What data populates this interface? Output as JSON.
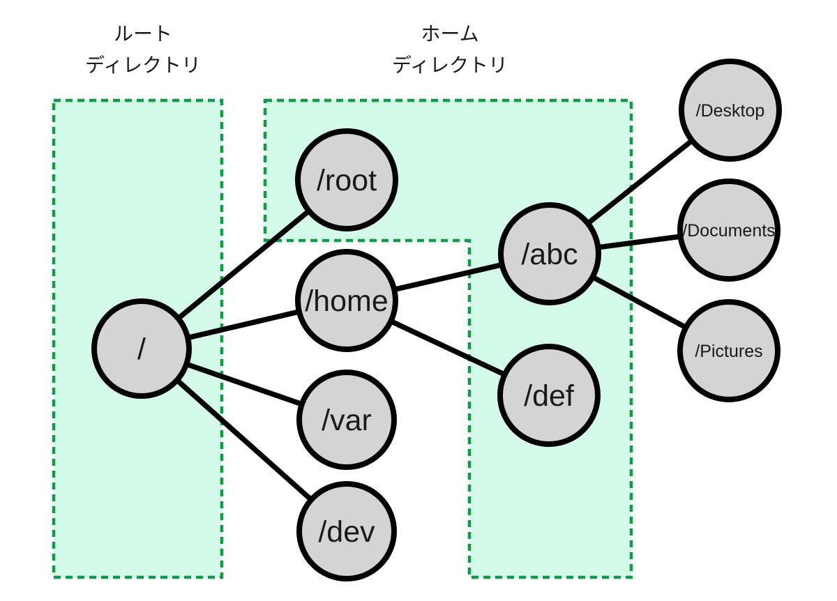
{
  "diagram": {
    "description_type": "filesystem-tree",
    "regions": [
      {
        "id": "root-directory",
        "label_line1": "ルート",
        "label_line2": "ディレクトリ"
      },
      {
        "id": "home-directory",
        "label_line1": "ホーム",
        "label_line2": "ディレクトリ"
      }
    ],
    "nodes": [
      {
        "id": "slash",
        "label": "/"
      },
      {
        "id": "root",
        "label": "/root"
      },
      {
        "id": "home",
        "label": "/home"
      },
      {
        "id": "var",
        "label": "/var"
      },
      {
        "id": "dev",
        "label": "/dev"
      },
      {
        "id": "abc",
        "label": "/abc"
      },
      {
        "id": "def",
        "label": "/def"
      },
      {
        "id": "desktop",
        "label": "/Desktop"
      },
      {
        "id": "documents",
        "label": "/Documents"
      },
      {
        "id": "pictures",
        "label": "/Pictures"
      }
    ],
    "edges": [
      {
        "from": "/",
        "to": "/root"
      },
      {
        "from": "/",
        "to": "/home"
      },
      {
        "from": "/",
        "to": "/var"
      },
      {
        "from": "/",
        "to": "/dev"
      },
      {
        "from": "/home",
        "to": "/abc"
      },
      {
        "from": "/home",
        "to": "/def"
      },
      {
        "from": "/abc",
        "to": "/Desktop"
      },
      {
        "from": "/abc",
        "to": "/Documents"
      },
      {
        "from": "/abc",
        "to": "/Pictures"
      }
    ],
    "colors": {
      "region_fill": "#d3fae8",
      "region_border": "#0e9c45",
      "node_fill": "#d4d4d4",
      "node_border": "#000000",
      "edge": "#000000",
      "background": "#ffffff",
      "text": "#1a1a1a"
    }
  }
}
